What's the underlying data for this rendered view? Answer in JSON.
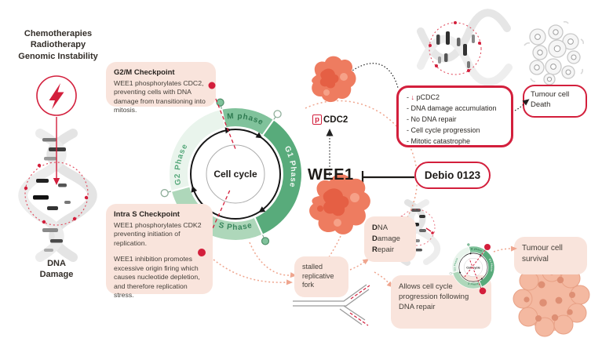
{
  "colors": {
    "accent_red": "#d31f3c",
    "peach_box": "#f9e4dc",
    "peach_arrow": "#efa58e",
    "green_g1": "#58ab7b",
    "green_m": "#80c29b",
    "green_s": "#aed7ba",
    "green_g2": "#e9f4ec",
    "protein_blob": "#ee7c60"
  },
  "left_column": {
    "causes": [
      "Chemotherapies",
      "Radiotherapy",
      "Genomic Instability"
    ],
    "dna_damage_line1": "DNA",
    "dna_damage_line2": "Damage"
  },
  "g2m": {
    "title": "G2/M Checkpoint",
    "body": "WEE1 phosphorylates CDC2, preventing cells with DNA damage from transitioning into mitosis."
  },
  "intra_s": {
    "title": "Intra S Checkpoint",
    "body1": "WEE1 phosphorylates CDK2 preventing initiation of replication.",
    "body2": "WEE1 inhibition promotes excessive origin firing which causes nucleotide depletion, and therefore replication stress."
  },
  "cell_cycle": {
    "center": "Cell cycle",
    "phase_m": "M phase",
    "phase_g1": "G1 Phase",
    "phase_s": "S Phase",
    "phase_g2": "G2 Phase"
  },
  "pcdc2": {
    "p": "p",
    "name": "CDC2"
  },
  "wee1_label": "WEE1",
  "debio_label": "Debio 0123",
  "outcomes": {
    "dash": "- ",
    "arrow": "↓",
    "first": "pCDC2",
    "rest": [
      "DNA damage accumulation",
      "No DNA repair",
      "Cell cycle progression",
      "Mitotic catastrophe"
    ]
  },
  "death": {
    "line1": "Tumour cell",
    "line2": "Death"
  },
  "ddr": {
    "l1b": "D",
    "l1": "NA",
    "l2b": "D",
    "l2": "amage",
    "l3b": "R",
    "l3": "epair"
  },
  "stalled": {
    "text": "stalled replicative fork"
  },
  "allows": {
    "text": "Allows cell cycle progression following DNA repair"
  },
  "survival": {
    "text": "Tumour cell survival"
  }
}
